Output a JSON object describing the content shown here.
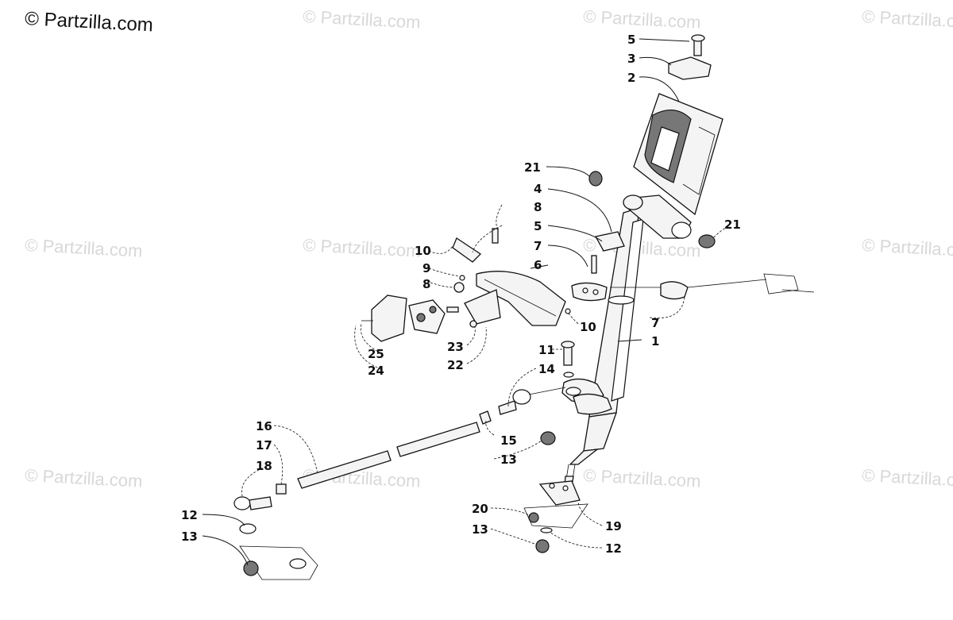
{
  "brand": "© Partzilla.com",
  "watermark": "© Partzilla.com",
  "callouts": {
    "c1": "1",
    "c2": "2",
    "c3": "3",
    "c4": "4",
    "c5a": "5",
    "c5b": "5",
    "c6": "6",
    "c7a": "7",
    "c7b": "7",
    "c8a": "8",
    "c8b": "8",
    "c9": "9",
    "c10a": "10",
    "c10b": "10",
    "c11": "11",
    "c12a": "12",
    "c12b": "12",
    "c13a": "13",
    "c13b": "13",
    "c14": "14",
    "c15": "15",
    "c16": "16",
    "c17": "17",
    "c18": "18",
    "c19": "19",
    "c20": "20",
    "c21a": "21",
    "c21b": "21",
    "c22": "22",
    "c23": "23",
    "c24": "24",
    "c25": "25"
  }
}
